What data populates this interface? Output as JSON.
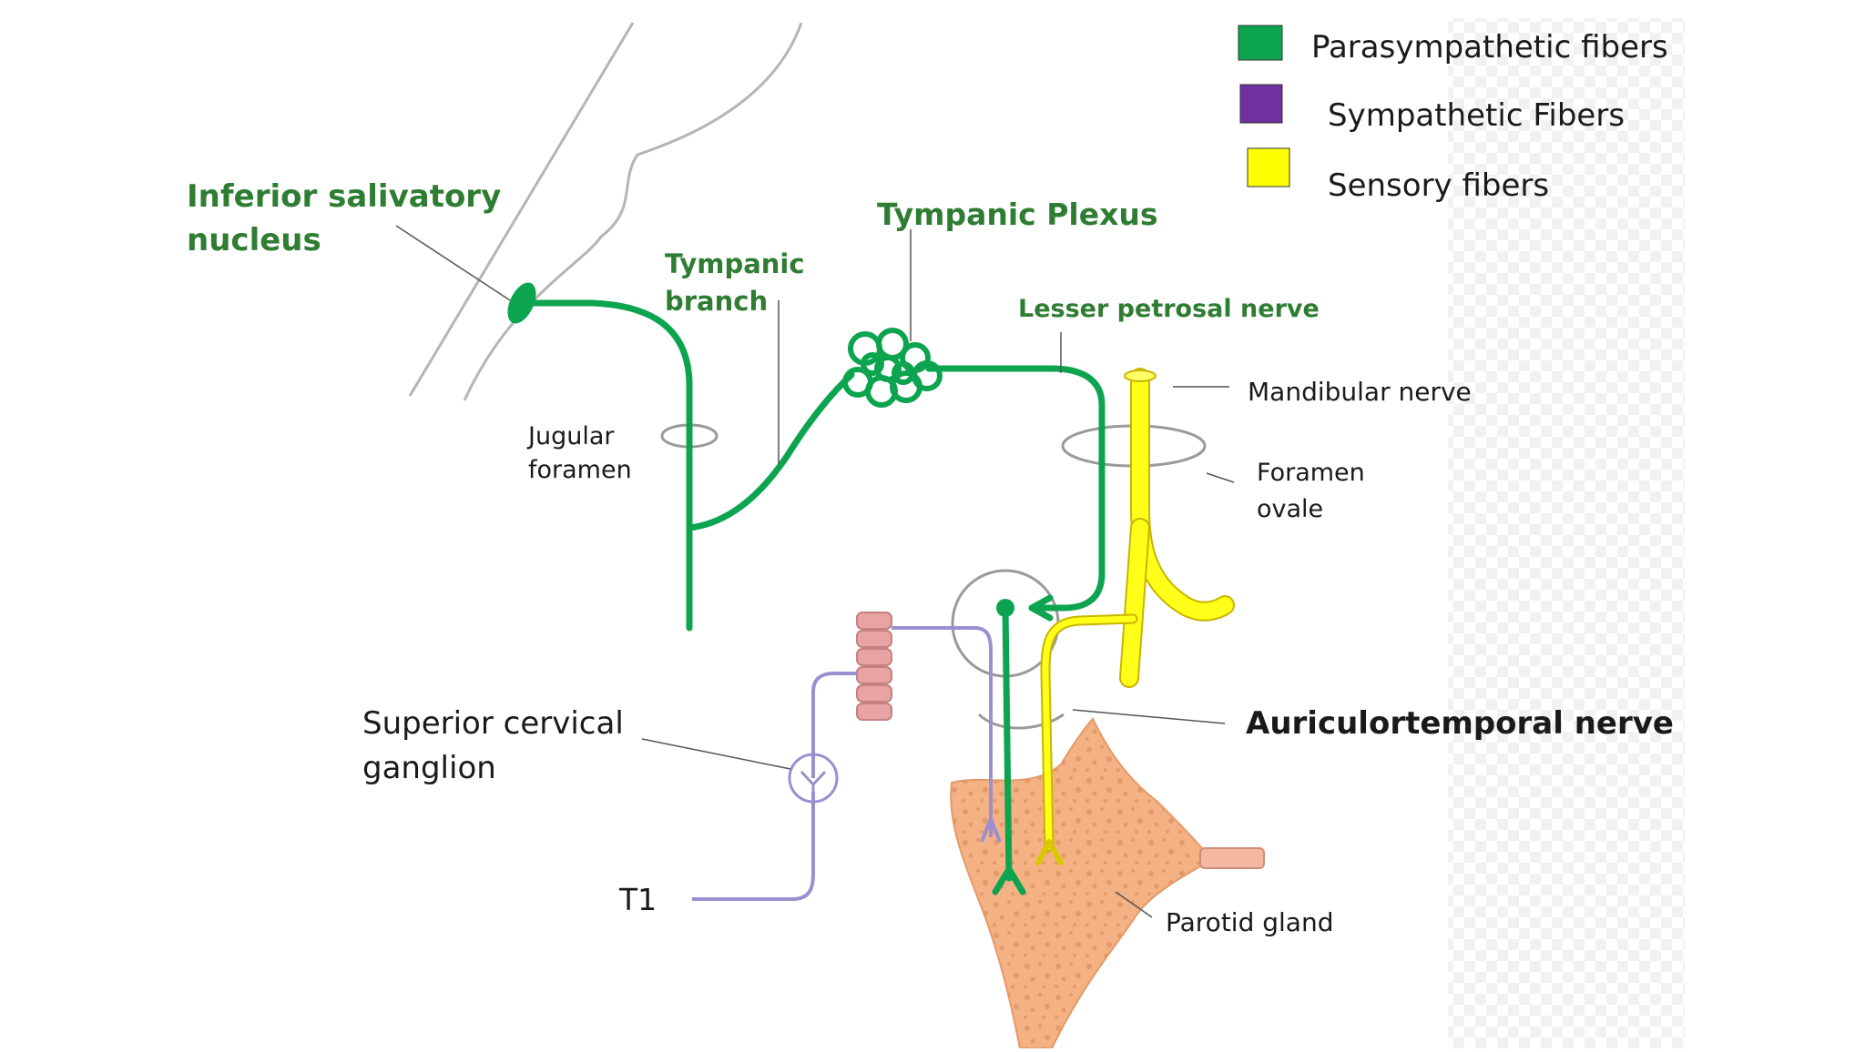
{
  "legend": {
    "parasympathetic": {
      "label": "Parasympathetic fibers",
      "color": "#0da44f"
    },
    "sympathetic": {
      "label": "Sympathetic Fibers",
      "color": "#7030a0"
    },
    "sensory": {
      "label": "Sensory  fibers",
      "color": "#ffff00"
    }
  },
  "labels": {
    "inferior_salivatory_line1": "Inferior salivatory",
    "inferior_salivatory_line2": "nucleus",
    "tympanic_branch_line1": "Tympanic",
    "tympanic_branch_line2": "branch",
    "tympanic_plexus": "Tympanic Plexus",
    "lesser_petrosal": "Lesser petrosal nerve",
    "mandibular": "Mandibular nerve",
    "jugular_line1": "Jugular",
    "jugular_line2": "foramen",
    "foramen_ovale_line1": "Foramen",
    "foramen_ovale_line2": "ovale",
    "superior_cervical_line1": "Superior cervical",
    "superior_cervical_line2": "ganglion",
    "auriculotemporal": "Auriculortemporal nerve",
    "t1": "T1",
    "parotid": "Parotid gland"
  },
  "colors": {
    "nerve_green": "#0da44f",
    "label_green": "#2e7d32",
    "sympathetic_purple": "#9b8fd0",
    "sensory_yellow": "#ffff1a",
    "gland_fill": "#f4b183",
    "vertebra_fill": "#e8a3a3"
  }
}
